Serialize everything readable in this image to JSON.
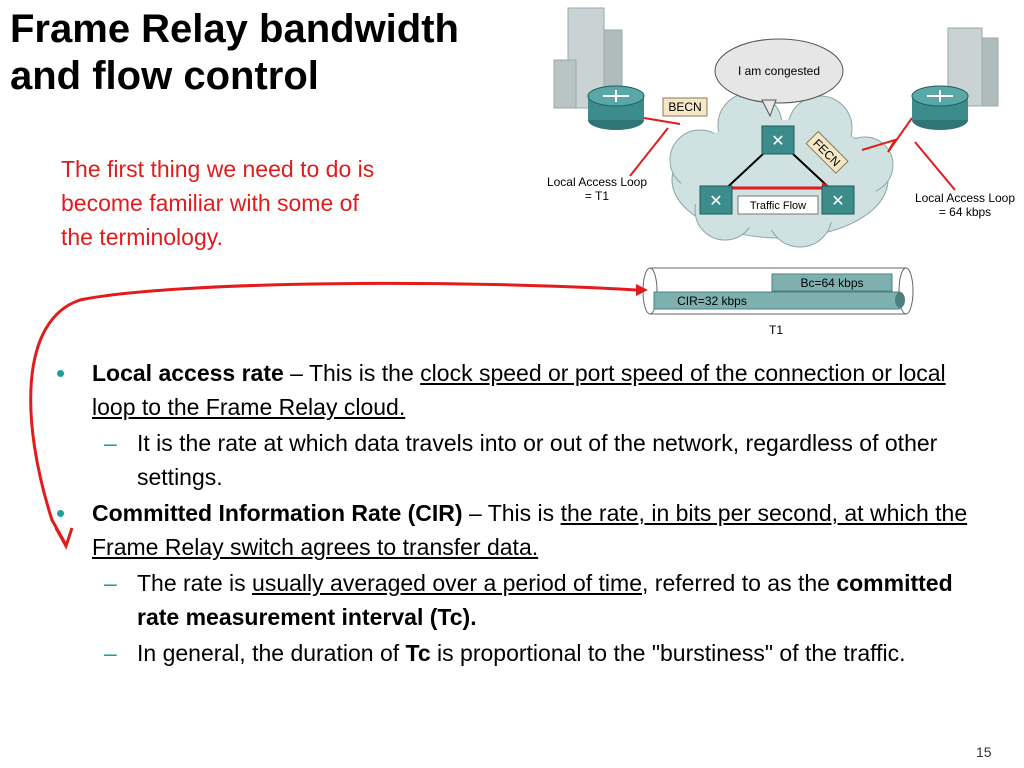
{
  "title": {
    "line1": "Frame Relay bandwidth",
    "line2": "and flow control"
  },
  "intro": {
    "line1": "The first thing we need to do is",
    "line2": "become familiar with some of",
    "line3": "the terminology."
  },
  "diagram": {
    "speech": "I am congested",
    "becn": "BECN",
    "fecn": "FECN",
    "left_loop_1": "Local Access Loop",
    "left_loop_2": "= T1",
    "right_loop_1": "Local Access Loop",
    "right_loop_2": "= 64 kbps",
    "traffic_flow": "Traffic Flow",
    "bc": "Bc=64 kbps",
    "cir": "CIR=32 kbps",
    "t1": "T1"
  },
  "bullets": {
    "b1": {
      "term": "Local access rate",
      "sep": " – This is the ",
      "def": "clock speed or port speed of the connection or local loop to the Frame Relay cloud."
    },
    "b1_sub1": "It is the rate at which data travels into or out of the network, regardless of other settings.",
    "b2": {
      "term": "Committed Information Rate (CIR)",
      "sep": " – This is ",
      "def": "the rate, in bits per second, at which the Frame Relay switch agrees to transfer data."
    },
    "b2_sub1": {
      "pre": "The rate is ",
      "underlined": "usually averaged over a period of time",
      "mid": ", referred to as the ",
      "bold": "committed rate measurement interval (Tc)."
    },
    "b2_sub2": {
      "pre": "In general, the duration of ",
      "bold": "Tc",
      "post": " is proportional to the \"burstiness\" of the traffic."
    }
  },
  "page_number": "15",
  "colors": {
    "accent_red": "#e21b1b",
    "bullet_teal": "#18a3a3",
    "router_teal": "#3d8c8c",
    "cloud": "#c8dede"
  }
}
